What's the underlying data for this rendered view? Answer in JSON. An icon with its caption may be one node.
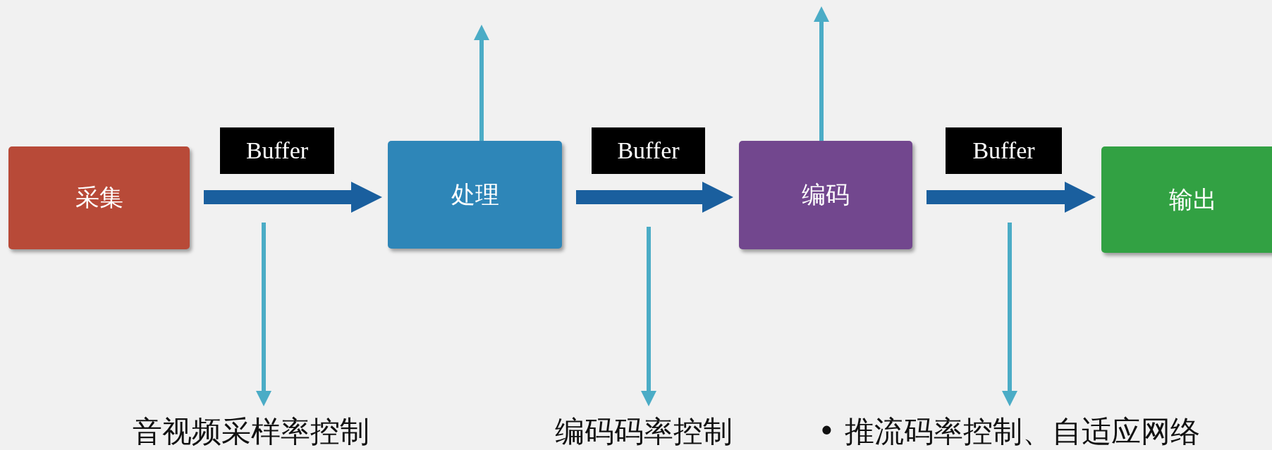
{
  "diagram": {
    "nodes": [
      {
        "text": [
          "采集"
        ]
      },
      {
        "text": [
          "处理"
        ]
      },
      {
        "text": [
          "编码"
        ]
      },
      {
        "text": [
          "输出"
        ]
      },
      {
        "text": [
          "音视频采样率控制"
        ]
      },
      {
        "text": [
          "编码码率控制"
        ]
      },
      {
        "text": [
          "• 推流码率控制、自适应网络"
        ]
      }
    ],
    "edges": [
      {
        "from": 0,
        "to": 1,
        "arrow": "to",
        "label": "Buffer",
        "style": "thick",
        "color": "#1a5f9e"
      },
      {
        "from": 1,
        "to": 2,
        "arrow": "to",
        "label": "Buffer",
        "style": "thick",
        "color": "#1a5f9e"
      },
      {
        "from": 2,
        "to": 3,
        "arrow": "to",
        "label": "Buffer",
        "style": "thick",
        "color": "#1a5f9e"
      },
      {
        "from": null,
        "to": 4,
        "arrow": "to"
      },
      {
        "from": null,
        "to": 5,
        "arrow": "to"
      },
      {
        "from": null,
        "to": 6,
        "arrow": "to"
      },
      {
        "from": 1,
        "to": null,
        "arrow": "to"
      },
      {
        "from": 2,
        "to": null,
        "arrow": "to"
      }
    ]
  }
}
